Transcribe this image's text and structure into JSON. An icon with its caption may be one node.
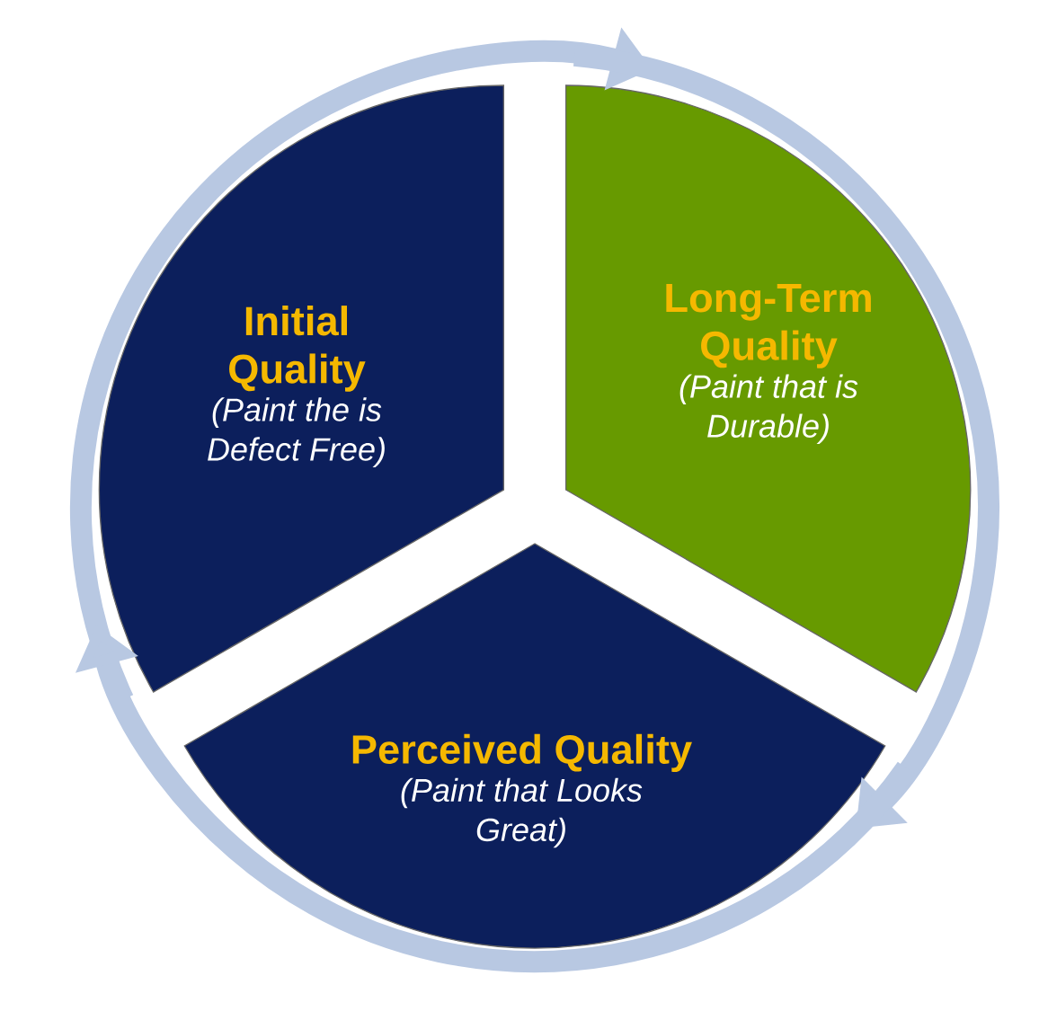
{
  "diagram": {
    "nodes": [
      {
        "text": [
          "Initial Quality",
          "(Paint the is Defect Free)"
        ]
      },
      {
        "text": [
          "Long-Term Quality",
          "(Paint that is Durable)"
        ]
      },
      {
        "text": [
          "Perceived Quality",
          "(Paint that Looks Great)"
        ]
      }
    ],
    "edges": [
      {
        "from": 0,
        "to": 1,
        "arrow": "to"
      },
      {
        "from": 1,
        "to": 2,
        "arrow": "to"
      },
      {
        "from": 2,
        "to": 0,
        "arrow": "to"
      }
    ]
  }
}
